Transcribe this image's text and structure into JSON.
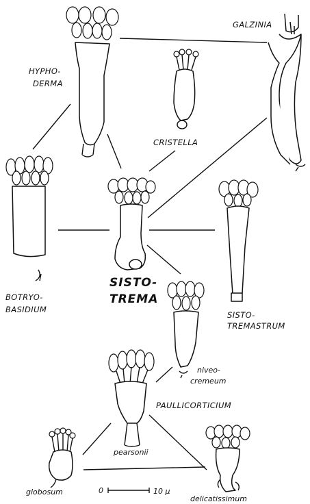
{
  "labels": {
    "hyphoderma": [
      "HYPHO-",
      "DERMA"
    ],
    "galzinia": "GALZINIA",
    "cristella": "CRISTELLA",
    "botryobasidium": [
      "BOTRYO-",
      "BASIDIUM"
    ],
    "sistotrema": [
      "SISTO-",
      "TREMA"
    ],
    "sistotremastrum": [
      "SISTO-",
      "TREMASTRUM"
    ],
    "niveocremeum": [
      "niveo-",
      "cremeum"
    ],
    "paullicorticium": "PAULLICORTICIUM",
    "pearsonii": "pearsonii",
    "globosum": "globosum",
    "delicatissimum": "delicatissimum"
  },
  "scale_bar": {
    "zero": "0",
    "length": "10 μ"
  },
  "icons": [
    "basidium-drawing"
  ],
  "colors": {
    "ink": "#111111",
    "paper": "#ffffff"
  }
}
